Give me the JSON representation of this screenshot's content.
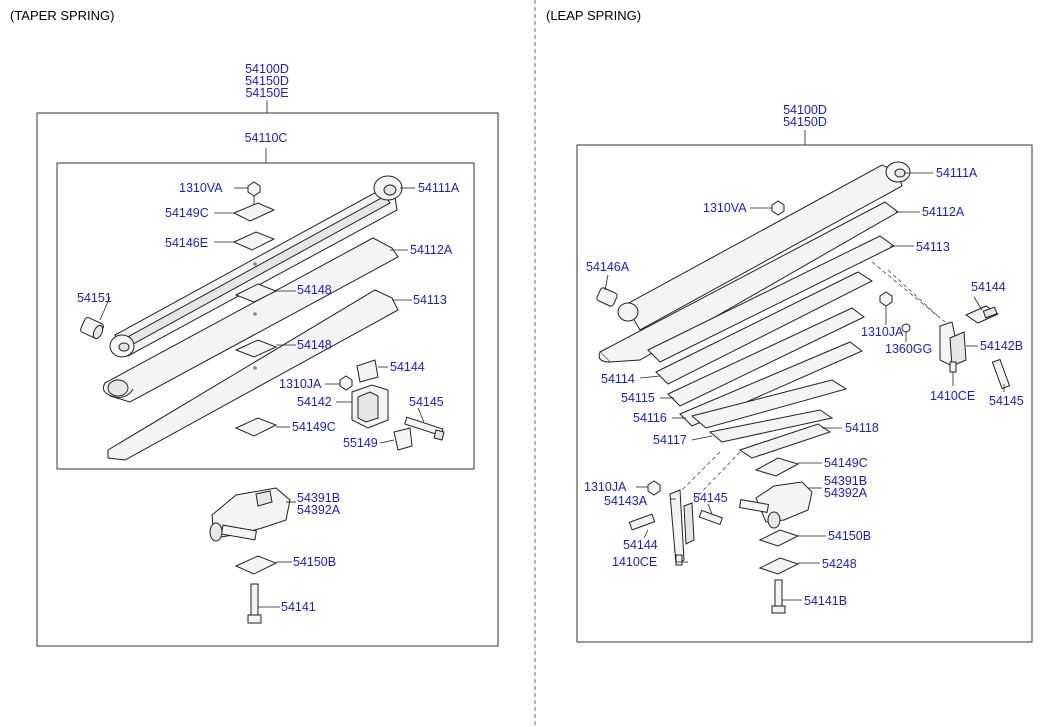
{
  "sections": {
    "left_title": "(TAPER SPRING)",
    "right_title": "(LEAP SPRING)"
  },
  "left": {
    "assembly": [
      "54100D",
      "54150D",
      "54150E"
    ],
    "sub_assembly": "54110C",
    "parts": {
      "p1310VA": "1310VA",
      "p54111A": "54111A",
      "p54149C_top": "54149C",
      "p54146E": "54146E",
      "p54112A": "54112A",
      "p54151": "54151",
      "p54148_a": "54148",
      "p54113": "54113",
      "p54148_b": "54148",
      "p54144": "54144",
      "p1310JA": "1310JA",
      "p54142": "54142",
      "p54145": "54145",
      "p54149C_bot": "54149C",
      "p55149": "55149",
      "p54391B": "54391B",
      "p54392A": "54392A",
      "p54150B": "54150B",
      "p54141": "54141"
    }
  },
  "right": {
    "assembly": [
      "54100D",
      "54150D"
    ],
    "parts": {
      "p54111A": "54111A",
      "p1310VA": "1310VA",
      "p54112A": "54112A",
      "p54146A": "54146A",
      "p54113": "54113",
      "p54144_top": "54144",
      "p1310JA_top": "1310JA",
      "p1360GG": "1360GG",
      "p54142B": "54142B",
      "p54114": "54114",
      "p1410CE_top": "1410CE",
      "p54145_top": "54145",
      "p54115": "54115",
      "p54116": "54116",
      "p54118": "54118",
      "p54117": "54117",
      "p54149C": "54149C",
      "p1310JA_bot": "1310JA",
      "p54391B": "54391B",
      "p54392A": "54392A",
      "p54143A": "54143A",
      "p54145_bot": "54145",
      "p54150B": "54150B",
      "p54144_bot": "54144",
      "p1410CE_bot": "1410CE",
      "p54248": "54248",
      "p54141B": "54141B"
    }
  },
  "colors": {
    "part_number": "#1a1adc",
    "line": "#222222",
    "background": "#ffffff"
  }
}
